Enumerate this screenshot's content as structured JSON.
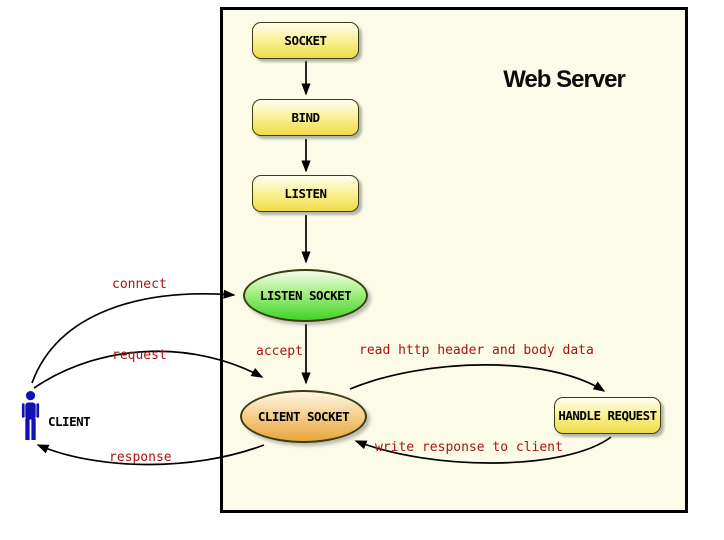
{
  "diagram": {
    "title": "Web Server",
    "client": {
      "label": "CLIENT"
    },
    "nodes": {
      "socket": {
        "label": "SOCKET",
        "shape": "rounded-rect",
        "fill": "yellow"
      },
      "bind": {
        "label": "BIND",
        "shape": "rounded-rect",
        "fill": "yellow"
      },
      "listen": {
        "label": "LISTEN",
        "shape": "rounded-rect",
        "fill": "yellow"
      },
      "listen_socket": {
        "label": "LISTEN SOCKET",
        "shape": "ellipse",
        "fill": "green"
      },
      "client_socket": {
        "label": "CLIENT SOCKET",
        "shape": "ellipse",
        "fill": "orange"
      },
      "handle_request": {
        "label": "HANDLE REQUEST",
        "shape": "rounded-rect",
        "fill": "yellow"
      }
    },
    "edge_labels": {
      "connect": "connect",
      "request": "request",
      "response": "response",
      "accept": "accept",
      "read_http": "read http header and body data",
      "write_response": "write response to client"
    },
    "colors": {
      "canvas_bg": "#ffffff",
      "server_box_bg": "#fbfbe8",
      "server_box_border": "#000000",
      "process_node_top": "#fffef2",
      "process_node_bottom": "#eedc48",
      "listen_socket_top": "#f4fcee",
      "listen_socket_bottom": "#3ed427",
      "client_socket_top": "#fdf8e9",
      "client_socket_bottom": "#e8a53b",
      "edge_label_text": "#a81414",
      "arrow_stroke": "#000000",
      "client_icon": "#1212b2"
    }
  }
}
